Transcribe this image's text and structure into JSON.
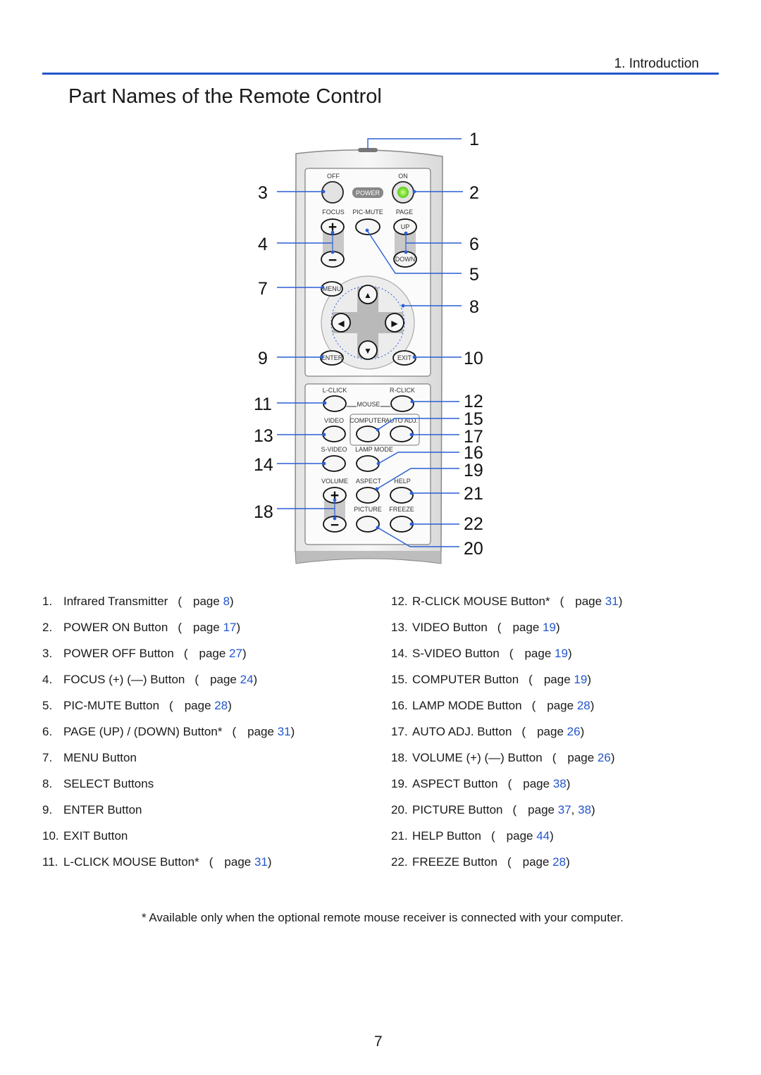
{
  "header": {
    "section": "1. Introduction",
    "title": "Part Names of the Remote Control"
  },
  "remote": {
    "labels": {
      "off": "OFF",
      "on": "ON",
      "power": "POWER",
      "focus": "FOCUS",
      "pic_mute": "PIC-MUTE",
      "page": "PAGE",
      "up": "UP",
      "down": "DOWN",
      "menu": "MENU",
      "enter": "ENTER",
      "exit": "EXIT",
      "l_click": "L-CLICK",
      "r_click": "R-CLICK",
      "mouse": "MOUSE",
      "video": "VIDEO",
      "computer": "COMPUTER",
      "auto_adj": "AUTO ADJ.",
      "s_video": "S-VIDEO",
      "lamp_mode": "LAMP MODE",
      "volume": "VOLUME",
      "aspect": "ASPECT",
      "help": "HELP",
      "picture": "PICTURE",
      "freeze": "FREEZE",
      "plus": "+",
      "minus": "−",
      "arrow_up": "▲",
      "arrow_down": "▼",
      "arrow_left": "◀",
      "arrow_right": "▶"
    },
    "callouts": [
      "1",
      "2",
      "3",
      "4",
      "5",
      "6",
      "7",
      "8",
      "9",
      "10",
      "11",
      "12",
      "13",
      "14",
      "15",
      "16",
      "17",
      "18",
      "19",
      "20",
      "21",
      "22"
    ]
  },
  "parts_left": [
    {
      "num": "1.",
      "name": "Infrared Transmitter",
      "page_word": "page",
      "pages": [
        "8"
      ]
    },
    {
      "num": "2.",
      "name": "POWER ON Button",
      "page_word": "page",
      "pages": [
        "17"
      ]
    },
    {
      "num": "3.",
      "name": "POWER OFF Button",
      "page_word": "page",
      "pages": [
        "27"
      ]
    },
    {
      "num": "4.",
      "name": "FOCUS (+) (—) Button",
      "page_word": "page",
      "pages": [
        "24"
      ]
    },
    {
      "num": "5.",
      "name": "PIC-MUTE Button",
      "page_word": "page",
      "pages": [
        "28"
      ]
    },
    {
      "num": "6.",
      "name": "PAGE (UP) / (DOWN) Button*",
      "page_word": "page",
      "pages": [
        "31"
      ]
    },
    {
      "num": "7.",
      "name": "MENU Button"
    },
    {
      "num": "8.",
      "name": "SELECT Buttons"
    },
    {
      "num": "9.",
      "name": "ENTER Button"
    },
    {
      "num": "10.",
      "name": "EXIT Button"
    },
    {
      "num": "11.",
      "name": "L-CLICK MOUSE Button*",
      "page_word": "page",
      "pages": [
        "31"
      ]
    }
  ],
  "parts_right": [
    {
      "num": "12.",
      "name": "R-CLICK MOUSE Button*",
      "page_word": "page",
      "pages": [
        "31"
      ]
    },
    {
      "num": "13.",
      "name": "VIDEO Button",
      "page_word": "page",
      "pages": [
        "19"
      ]
    },
    {
      "num": "14.",
      "name": "S-VIDEO Button",
      "page_word": "page",
      "pages": [
        "19"
      ]
    },
    {
      "num": "15.",
      "name": "COMPUTER Button",
      "page_word": "page",
      "pages": [
        "19"
      ]
    },
    {
      "num": "16.",
      "name": "LAMP MODE Button",
      "page_word": "page",
      "pages": [
        "28"
      ]
    },
    {
      "num": "17.",
      "name": "AUTO ADJ. Button",
      "page_word": "page",
      "pages": [
        "26"
      ]
    },
    {
      "num": "18.",
      "name": "VOLUME (+) (—) Button",
      "page_word": "page",
      "pages": [
        "26"
      ]
    },
    {
      "num": "19.",
      "name": "ASPECT Button",
      "page_word": "page",
      "pages": [
        "38"
      ]
    },
    {
      "num": "20.",
      "name": "PICTURE Button",
      "page_word": "page",
      "pages": [
        "37",
        "38"
      ]
    },
    {
      "num": "21.",
      "name": "HELP Button",
      "page_word": "page",
      "pages": [
        "44"
      ]
    },
    {
      "num": "22.",
      "name": "FREEZE Button",
      "page_word": "page",
      "pages": [
        "28"
      ]
    }
  ],
  "footnote": "* Available only when the optional remote mouse receiver is connected with your computer.",
  "page_number": "7",
  "colors": {
    "accent": "#2255cc",
    "power_on_led": "#66dd22"
  }
}
